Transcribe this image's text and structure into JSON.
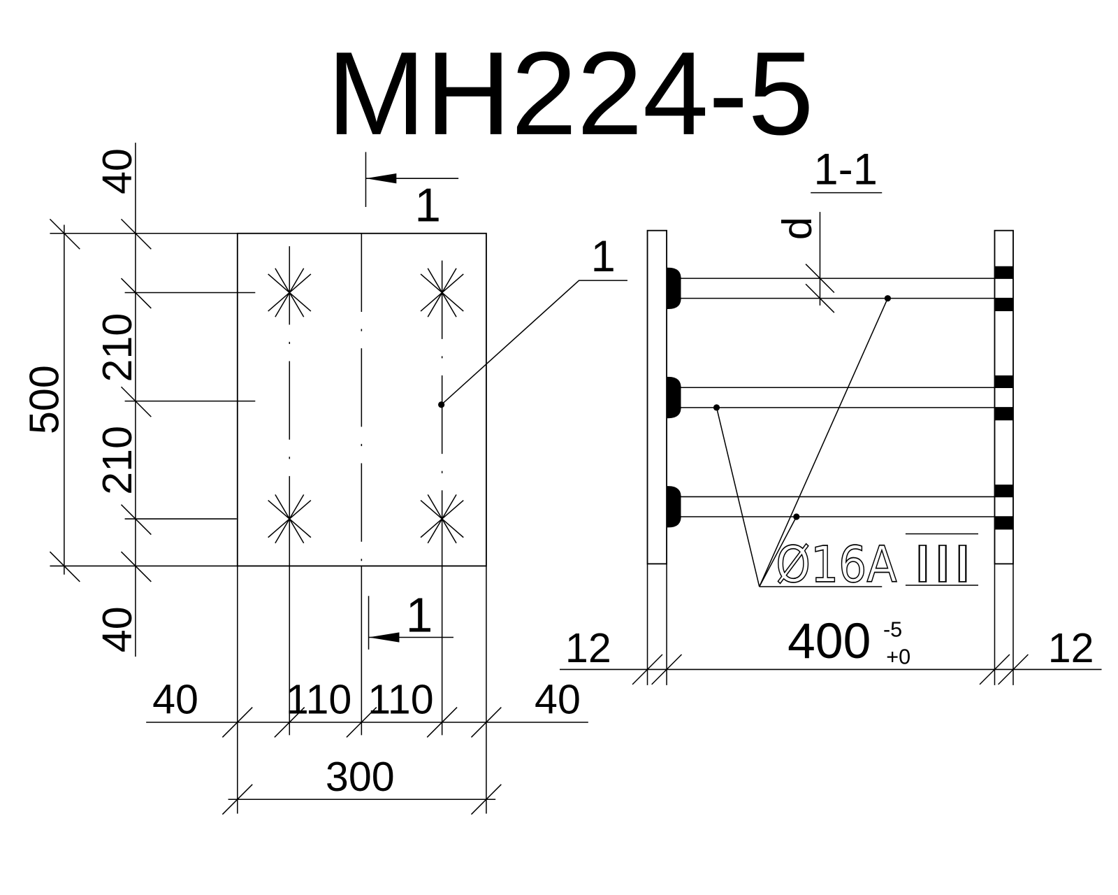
{
  "colors": {
    "ink": "#000000",
    "paper": "#ffffff"
  },
  "title": "MH224-5",
  "plan_view": {
    "cut_marks": [
      "1",
      "1"
    ],
    "callout": "1",
    "vertical_dims": {
      "top": "40",
      "upper": "210",
      "lower": "210",
      "bottom": "40",
      "overall": "500"
    },
    "horizontal_dims": {
      "left": "40",
      "mid_left": "110",
      "mid_right": "110",
      "right": "40",
      "overall": "300"
    }
  },
  "section_view": {
    "label": "1-1",
    "bar_dim": "d",
    "rebar": {
      "size": "Ø16A",
      "grade": "III"
    },
    "dims": {
      "left_plate": "12",
      "span": "400",
      "tol_upper": "-5",
      "tol_lower": "+0",
      "right_plate": "12"
    }
  }
}
